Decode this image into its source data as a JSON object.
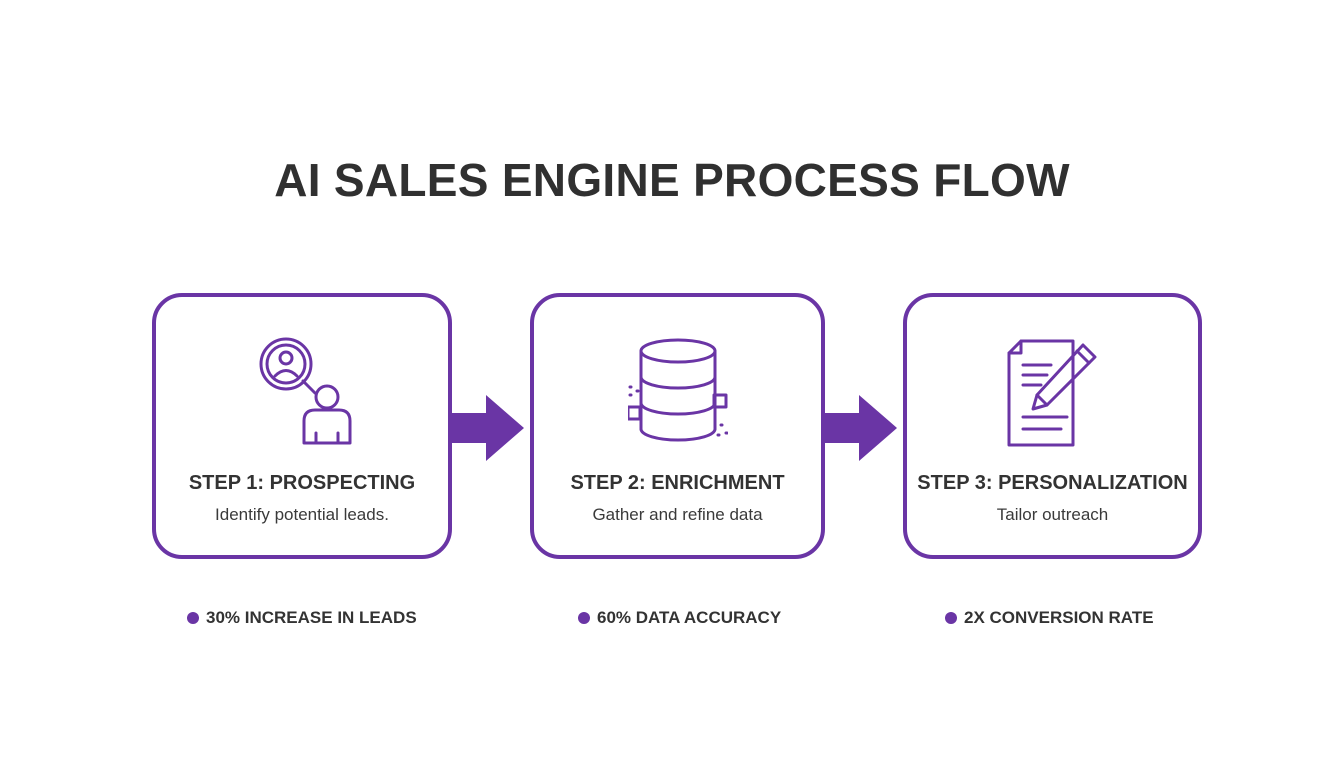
{
  "title": "AI SALES ENGINE PROCESS FLOW",
  "colors": {
    "accent": "#6a35a5",
    "text": "#333333",
    "background": "#ffffff"
  },
  "steps": [
    {
      "title": "STEP 1: PROSPECTING",
      "description": "Identify potential leads.",
      "icon": "magnifier-person-icon",
      "metric": "30% INCREASE IN LEADS"
    },
    {
      "title": "STEP 2: ENRICHMENT",
      "description": "Gather and refine data",
      "icon": "database-icon",
      "metric": "60% DATA ACCURACY"
    },
    {
      "title": "STEP 3: PERSONALIZATION",
      "description": "Tailor outreach",
      "icon": "document-pencil-icon",
      "metric": "2X CONVERSION RATE"
    }
  ]
}
